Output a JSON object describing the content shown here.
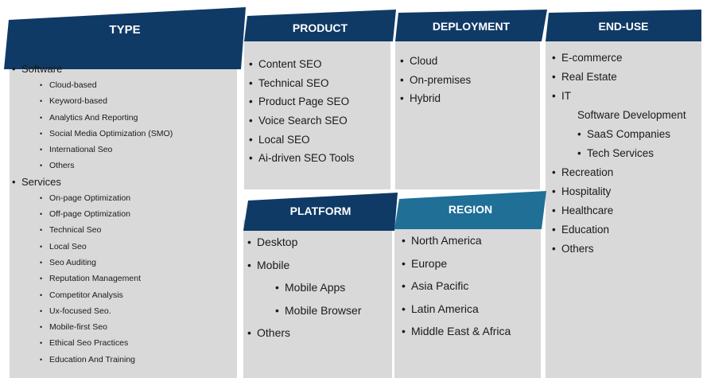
{
  "colors": {
    "header_blue": "#0f3a66",
    "header_teal": "#1f6f97",
    "panel_gray": "#d9d9d9",
    "text": "#1a1a1a"
  },
  "type": {
    "title": "TYPE",
    "software": {
      "label": "Software",
      "items": [
        "Cloud-based",
        "Keyword-based",
        "Analytics And Reporting",
        "Social Media Optimization (SMO)",
        "International Seo",
        "Others"
      ]
    },
    "services": {
      "label": "Services",
      "items": [
        "On-page Optimization",
        "Off-page Optimization",
        "Technical Seo",
        "Local Seo",
        "Seo Auditing",
        "Reputation Management",
        "Competitor Analysis",
        "Ux-focused Seo.",
        "Mobile-first Seo",
        "Ethical Seo Practices",
        "Education And Training"
      ]
    }
  },
  "product": {
    "title": "PRODUCT",
    "items": [
      "Content SEO",
      "Technical SEO",
      "Product Page SEO",
      "Voice Search SEO",
      "Local SEO",
      "Ai-driven SEO Tools"
    ]
  },
  "deployment": {
    "title": "DEPLOYMENT",
    "items": [
      "Cloud",
      "On-premises",
      "Hybrid"
    ]
  },
  "end_use": {
    "title": "END-USE",
    "items": [
      "E-commerce",
      "Real Estate",
      "IT"
    ],
    "it_child": "Software Development",
    "it_grandchildren": [
      "SaaS Companies",
      "Tech Services"
    ],
    "items_after": [
      "Recreation",
      "Hospitality",
      "Healthcare",
      "Education",
      "Others"
    ]
  },
  "platform": {
    "title": "PLATFORM",
    "items": [
      "Desktop",
      "Mobile"
    ],
    "mobile_children": [
      "Mobile Apps",
      "Mobile Browser"
    ],
    "items_after": [
      "Others"
    ]
  },
  "region": {
    "title": "REGION",
    "items": [
      "North America",
      "Europe",
      "Asia Pacific",
      "Latin America",
      "Middle East & Africa"
    ]
  }
}
